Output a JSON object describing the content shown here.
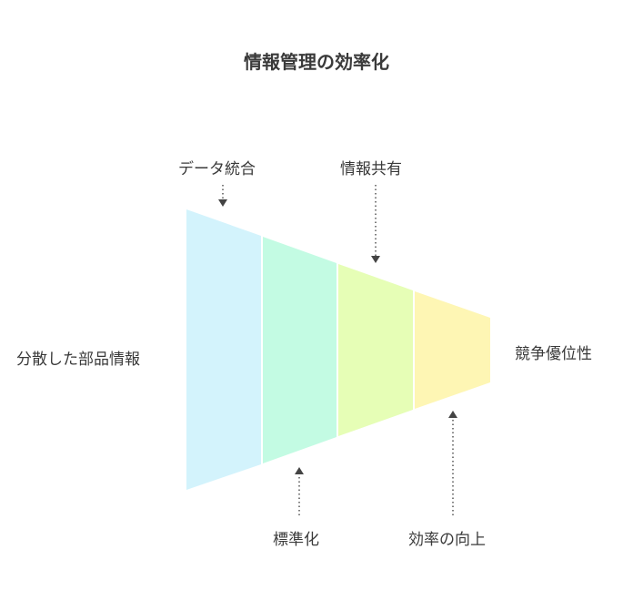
{
  "title": "情報管理の効率化",
  "start_label": "分散した部品情報",
  "end_label": "競争優位性",
  "stages": [
    {
      "label": "データ統合",
      "color": "#d3f3fc"
    },
    {
      "label": "標準化",
      "color": "#c3fbe3"
    },
    {
      "label": "情報共有",
      "color": "#e6feb6"
    },
    {
      "label": "効率の向上",
      "color": "#fef6b4"
    }
  ]
}
